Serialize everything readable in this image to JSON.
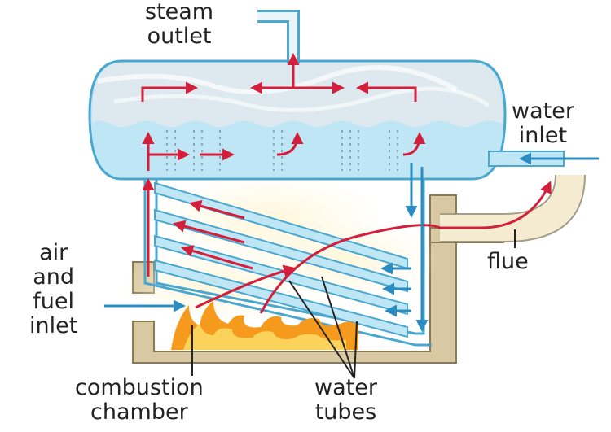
{
  "labels": {
    "steam_outlet": [
      "steam",
      "outlet"
    ],
    "water_inlet": [
      "water",
      "inlet"
    ],
    "flue": "flue",
    "air_fuel_inlet": [
      "air",
      "and",
      "fuel",
      "inlet"
    ],
    "combustion_chamber": [
      "combustion",
      "chamber"
    ],
    "water_tubes": [
      "water",
      "tubes"
    ]
  },
  "colors": {
    "water": "#bfe6f4",
    "steam": "#dde8ef",
    "outline": "#4aa8cf",
    "hot_flow": "#d41f3c",
    "cold_flow": "#2b8cc4",
    "brick": "#d8c9a3",
    "flame": "#f59a1c"
  }
}
